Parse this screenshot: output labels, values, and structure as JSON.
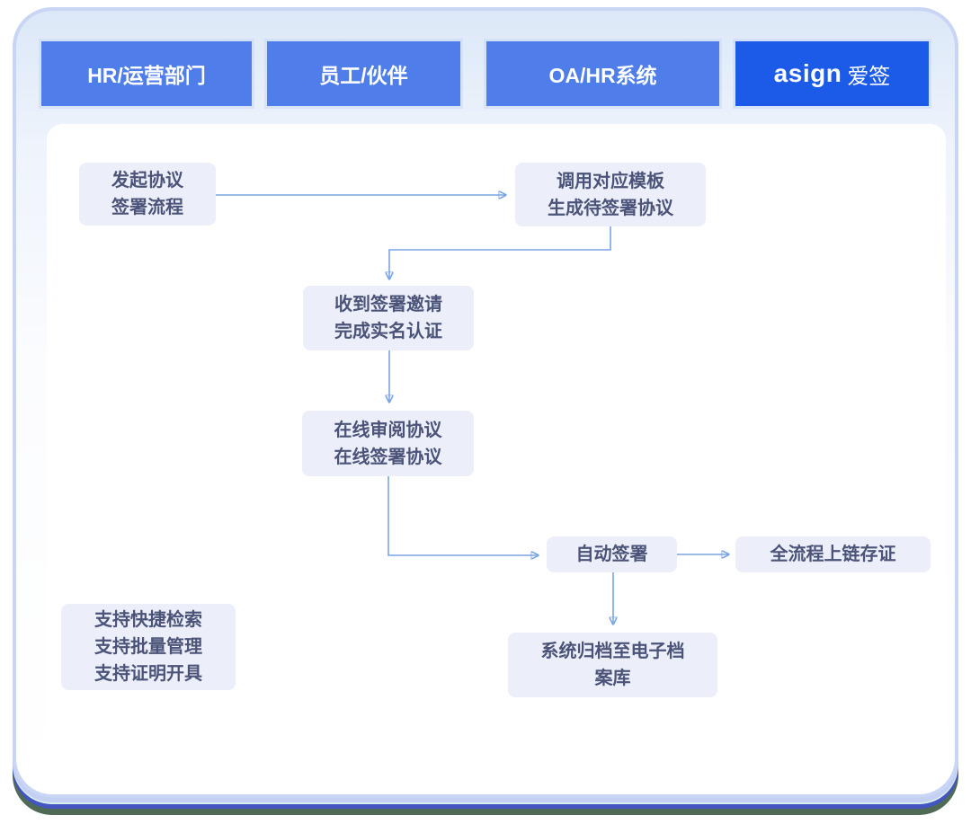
{
  "colors": {
    "lane_header_bg": "#4F7DE9",
    "brand_header_bg": "#1C5AE8",
    "node_bg": "#ECEFF9",
    "node_text": "#4B5478",
    "arrow": "#7AA5E4",
    "card_border": "#C9D5F4",
    "bottom_edge_indigo": "#4355C1",
    "bottom_edge_green": "#506B55"
  },
  "lanes": [
    {
      "label": "HR/运营部门"
    },
    {
      "label": "员工/伙伴"
    },
    {
      "label": "OA/HR系统"
    },
    {
      "brand": "asign",
      "brand_suffix": "爱签"
    }
  ],
  "nodes": {
    "initiate": {
      "text": "发起协议\n签署流程"
    },
    "template": {
      "text": "调用对应模板\n生成待签署协议"
    },
    "invite": {
      "text": "收到签署邀请\n完成实名认证"
    },
    "review": {
      "text": "在线审阅协议\n在线签署协议"
    },
    "autosign": {
      "text": "自动签署"
    },
    "chain": {
      "text": "全流程上链存证"
    },
    "archive": {
      "text": "系统归档至电子档\n案库"
    },
    "support": {
      "text": "支持快捷检索\n支持批量管理\n支持证明开具"
    }
  }
}
